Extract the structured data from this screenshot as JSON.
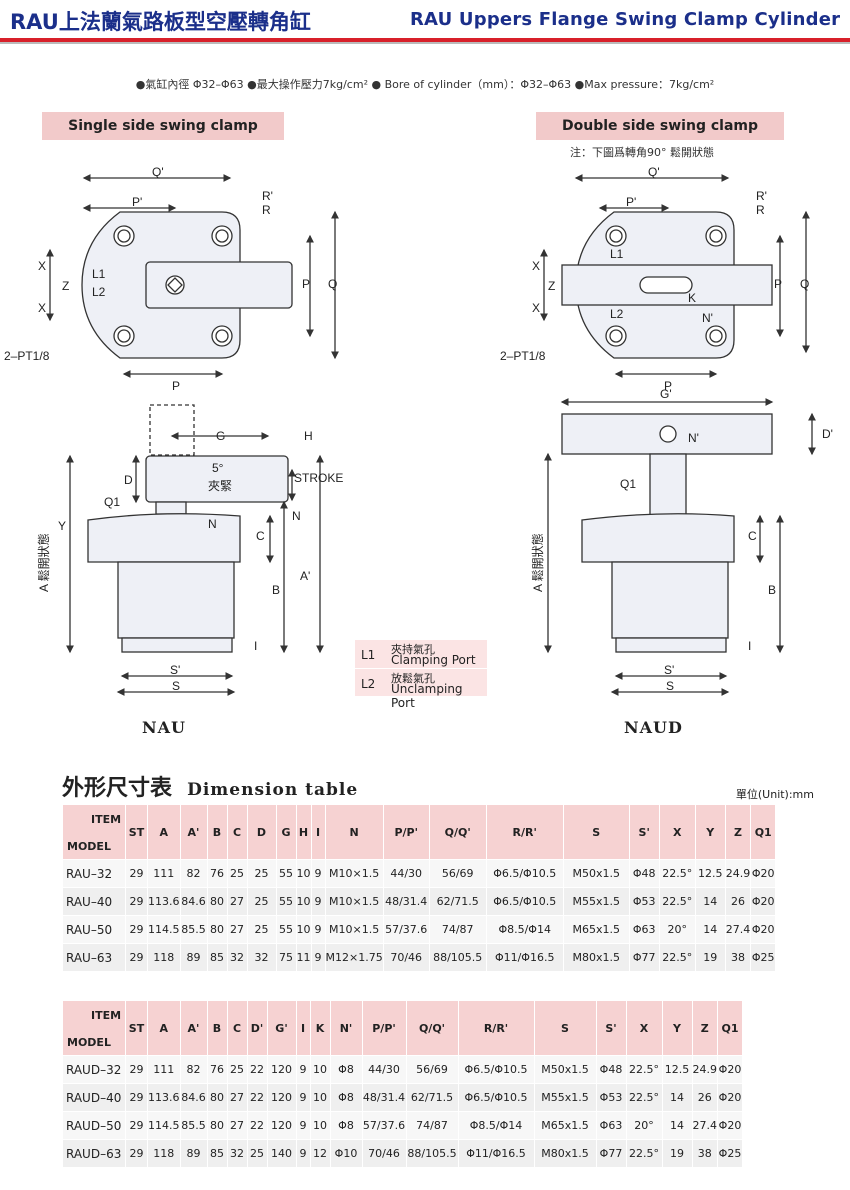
{
  "header": {
    "title_cn": "RAU上法蘭氣路板型空壓轉角缸",
    "title_en": "RAU Uppers Flange Swing Clamp Cylinder"
  },
  "specs": "●氣缸內徑 Φ32–Φ63 ●最大操作壓力7kg/cm² ● Bore of cylinder（mm）：Φ32–Φ63 ●Max pressure：7kg/cm²",
  "single": {
    "title": "Single side swing clamp",
    "model": "NAU"
  },
  "double": {
    "title": "Double side swing clamp",
    "note": "注：下圖爲轉角90° 鬆開狀態",
    "model": "NAUD"
  },
  "drawing_labels": {
    "q_prime": "Q'",
    "p_prime": "P'",
    "r_prime": "R'",
    "r": "R",
    "x": "X",
    "z": "Z",
    "l1": "L1",
    "l2": "L2",
    "p": "P",
    "q": "Q",
    "pt": "2–PT1/8",
    "k": "K",
    "n_prime": "N'",
    "g": "G",
    "h": "H",
    "d": "D",
    "angle": "5°",
    "clamp_cn": "夾緊",
    "stroke": "STROKE",
    "q1": "Q1",
    "n": "N",
    "y": "Y",
    "c": "C",
    "a_prime": "A'",
    "b": "B",
    "i": "I",
    "s_prime": "S'",
    "s": "S",
    "a_open": "A 鬆開狀態",
    "g_prime": "G'",
    "d_prime": "D'"
  },
  "legend": [
    {
      "code": "L1",
      "cn": "夾持氣孔",
      "en": "Clamping Port"
    },
    {
      "code": "L2",
      "cn": "放鬆氣孔",
      "en": "Unclamping Port"
    }
  ],
  "dimension": {
    "title_cn": "外形尺寸表",
    "title_en": "Dimension table",
    "unit": "單位(Unit):mm"
  },
  "table1": {
    "item": "ITEM",
    "model": "MODEL",
    "headers": [
      "ST",
      "A",
      "A'",
      "B",
      "C",
      "D",
      "G",
      "H",
      "I",
      "N",
      "P/P'",
      "Q/Q'",
      "R/R'",
      "S",
      "S'",
      "X",
      "Y",
      "Z",
      "Q1"
    ],
    "rows": [
      [
        "RAU–32",
        "29",
        "111",
        "82",
        "76",
        "25",
        "25",
        "55",
        "10",
        "9",
        "M10×1.5",
        "44/30",
        "56/69",
        "Φ6.5/Φ10.5",
        "M50x1.5",
        "Φ48",
        "22.5°",
        "12.5",
        "24.9",
        "Φ20"
      ],
      [
        "RAU–40",
        "29",
        "113.6",
        "84.6",
        "80",
        "27",
        "25",
        "55",
        "10",
        "9",
        "M10×1.5",
        "48/31.4",
        "62/71.5",
        "Φ6.5/Φ10.5",
        "M55x1.5",
        "Φ53",
        "22.5°",
        "14",
        "26",
        "Φ20"
      ],
      [
        "RAU–50",
        "29",
        "114.5",
        "85.5",
        "80",
        "27",
        "25",
        "55",
        "10",
        "9",
        "M10×1.5",
        "57/37.6",
        "74/87",
        "Φ8.5/Φ14",
        "M65x1.5",
        "Φ63",
        "20°",
        "14",
        "27.4",
        "Φ20"
      ],
      [
        "RAU–63",
        "29",
        "118",
        "89",
        "85",
        "32",
        "32",
        "75",
        "11",
        "9",
        "M12×1.75",
        "70/46",
        "88/105.5",
        "Φ11/Φ16.5",
        "M80x1.5",
        "Φ77",
        "22.5°",
        "19",
        "38",
        "Φ25"
      ]
    ]
  },
  "table2": {
    "item": "ITEM",
    "model": "MODEL",
    "headers": [
      "ST",
      "A",
      "A'",
      "B",
      "C",
      "D'",
      "G'",
      "I",
      "K",
      "N'",
      "P/P'",
      "Q/Q'",
      "R/R'",
      "S",
      "S'",
      "X",
      "Y",
      "Z",
      "Q1"
    ],
    "rows": [
      [
        "RAUD–32",
        "29",
        "111",
        "82",
        "76",
        "25",
        "22",
        "120",
        "9",
        "10",
        "Φ8",
        "44/30",
        "56/69",
        "Φ6.5/Φ10.5",
        "M50x1.5",
        "Φ48",
        "22.5°",
        "12.5",
        "24.9",
        "Φ20"
      ],
      [
        "RAUD–40",
        "29",
        "113.6",
        "84.6",
        "80",
        "27",
        "22",
        "120",
        "9",
        "10",
        "Φ8",
        "48/31.4",
        "62/71.5",
        "Φ6.5/Φ10.5",
        "M55x1.5",
        "Φ53",
        "22.5°",
        "14",
        "26",
        "Φ20"
      ],
      [
        "RAUD–50",
        "29",
        "114.5",
        "85.5",
        "80",
        "27",
        "22",
        "120",
        "9",
        "10",
        "Φ8",
        "57/37.6",
        "74/87",
        "Φ8.5/Φ14",
        "M65x1.5",
        "Φ63",
        "20°",
        "14",
        "27.4",
        "Φ20"
      ],
      [
        "RAUD–63",
        "29",
        "118",
        "89",
        "85",
        "32",
        "25",
        "140",
        "9",
        "12",
        "Φ10",
        "70/46",
        "88/105.5",
        "Φ11/Φ16.5",
        "M80x1.5",
        "Φ77",
        "22.5°",
        "19",
        "38",
        "Φ25"
      ]
    ]
  }
}
